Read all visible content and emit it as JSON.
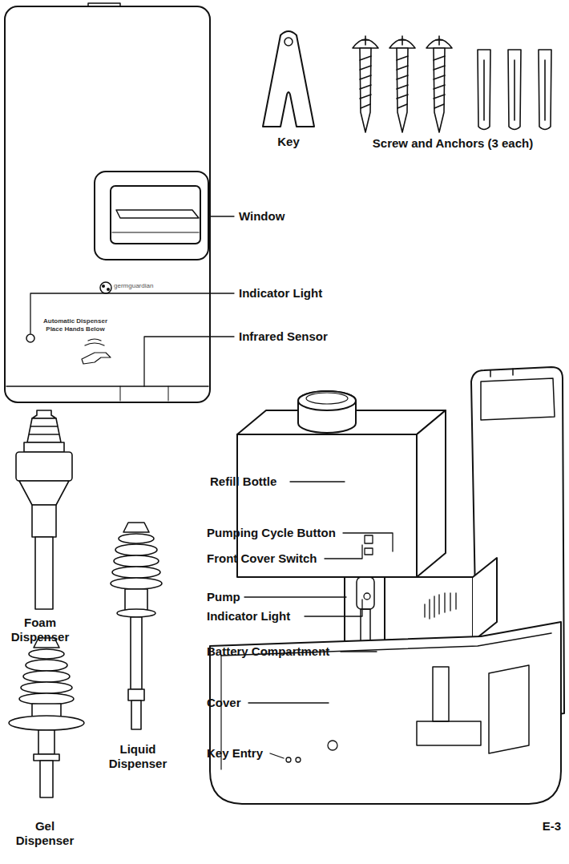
{
  "diagram": {
    "labels": [
      "Key",
      "Screw and Anchors (3 each)",
      "Window",
      "germguardian",
      "Automatic Dispenser Place Hands Below",
      "Indicator Light",
      "Infrared Sensor",
      "Refill Bottle",
      "Pumping Cycle Button",
      "Front Cover Switch",
      "Pump",
      "Indicator Light",
      "Battery Compartment",
      "Cover",
      "Key Entry",
      "Foam Dispenser",
      "Liquid Dispenser",
      "Gel Dispenser",
      "E-3"
    ]
  }
}
